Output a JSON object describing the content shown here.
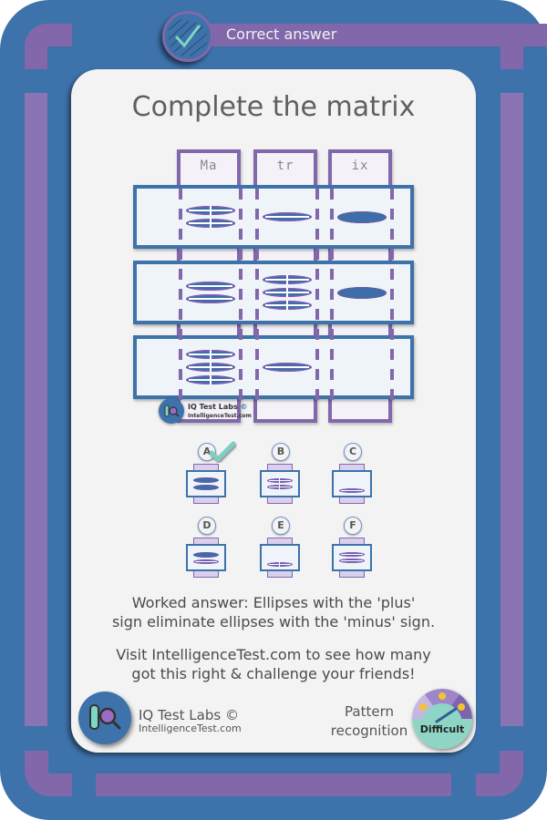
{
  "header": {
    "banner_label": "Correct answer",
    "status_icon": "check-icon"
  },
  "puzzle": {
    "title": "Complete the matrix",
    "column_headers": [
      "Ma",
      "tr",
      "ix"
    ],
    "watermark": {
      "brand": "IQ Test Labs",
      "url": "IntelligenceTest.com",
      "copyright": "©"
    },
    "grid": [
      [
        {
          "count": 2,
          "type": "plus"
        },
        {
          "count": 1,
          "type": "minus"
        },
        {
          "count": 1,
          "type": "solid"
        }
      ],
      [
        {
          "count": 2,
          "type": "minus"
        },
        {
          "count": 3,
          "type": "plus"
        },
        {
          "count": 1,
          "type": "solid"
        }
      ],
      [
        {
          "count": 3,
          "type": "plus"
        },
        {
          "count": 1,
          "type": "minus"
        },
        {
          "count": 0,
          "type": "missing"
        }
      ]
    ]
  },
  "options": [
    {
      "letter": "A",
      "correct": true,
      "ellipses": [
        "solid",
        "solid"
      ]
    },
    {
      "letter": "B",
      "correct": false,
      "ellipses": [
        "plus",
        "plus"
      ]
    },
    {
      "letter": "C",
      "correct": false,
      "ellipses": [
        "minus"
      ]
    },
    {
      "letter": "D",
      "correct": false,
      "ellipses": [
        "solid",
        "minus"
      ]
    },
    {
      "letter": "E",
      "correct": false,
      "ellipses": [
        "plus"
      ]
    },
    {
      "letter": "F",
      "correct": false,
      "ellipses": [
        "minus",
        "minus"
      ]
    }
  ],
  "explanation": {
    "line1": "Worked answer:  Ellipses with the 'plus'",
    "line2": "sign eliminate ellipses with the 'minus' sign."
  },
  "cta": {
    "line1": "Visit IntelligenceTest.com to see how many",
    "line2": "got this right & challenge your friends!"
  },
  "footer": {
    "brand": "IQ Test Labs ©",
    "url": "IntelligenceTest.com",
    "category_line1": "Pattern",
    "category_line2": "recognition",
    "difficulty": "Difficult"
  },
  "colors": {
    "frame_blue": "#3d72aa",
    "frame_purple": "#8268ab",
    "card_bg": "#f3f3f3",
    "check_green": "#7fd6c2"
  }
}
